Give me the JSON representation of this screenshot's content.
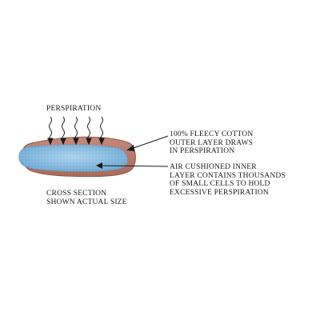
{
  "labels": {
    "perspiration": "PERSPIRATION",
    "outer_layer": [
      "100% FLEECY COTTON",
      "OUTER LAYER DRAWS",
      "IN PERSPIRATION"
    ],
    "inner_layer": [
      "AIR CUSHIONED INNER",
      "LAYER CONTAINS THOUSANDS",
      "OF SMALL CELLS TO HOLD",
      "EXCESSIVE PERSPIRATION"
    ],
    "cross_section": [
      "CROSS SECTION",
      "SHOWN ACTUAL SIZE"
    ]
  },
  "colors": {
    "outer_layer": "#b97a6a",
    "outer_layer_edge": "#8f5646",
    "inner_layer": "#7fb6dc",
    "inner_layer_light": "#a9d2ee",
    "text": "#1a1a1a"
  }
}
